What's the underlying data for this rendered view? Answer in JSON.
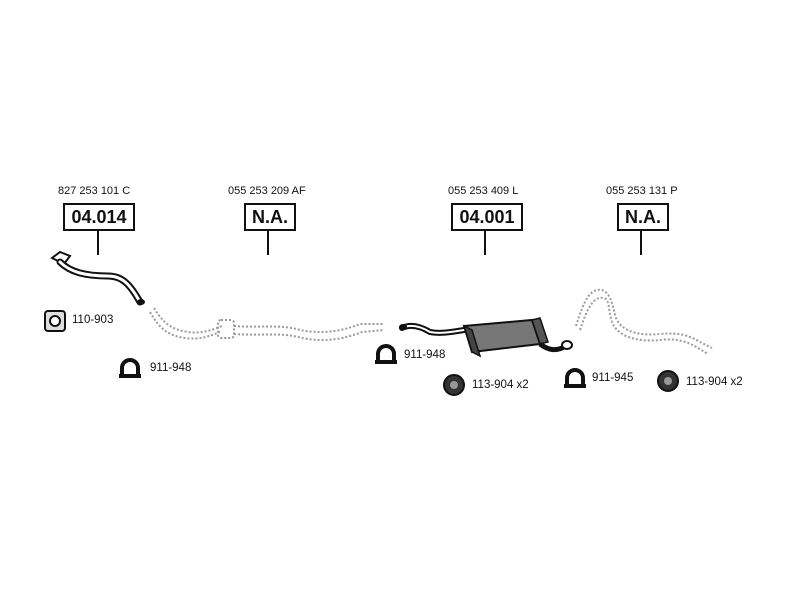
{
  "sections": [
    {
      "ref": "827 253 101 C",
      "code": "04.014"
    },
    {
      "ref": "055 253 209 AF",
      "code": "N.A."
    },
    {
      "ref": "055 253 409 L",
      "code": "04.001"
    },
    {
      "ref": "055 253 131 P",
      "code": "N.A."
    }
  ],
  "parts": [
    {
      "icon": "gasket-icon",
      "label": "110-903"
    },
    {
      "icon": "clamp-icon",
      "label": "911-948"
    },
    {
      "icon": "clamp-icon",
      "label": "911-948"
    },
    {
      "icon": "rubber-mount-icon",
      "label": "113-904 x2"
    },
    {
      "icon": "clamp-icon",
      "label": "911-945"
    },
    {
      "icon": "rubber-mount-icon",
      "label": "113-904 x2"
    }
  ],
  "colors": {
    "line": "#111111",
    "ghost": "#9a9a9a",
    "muffler": "#555555"
  }
}
